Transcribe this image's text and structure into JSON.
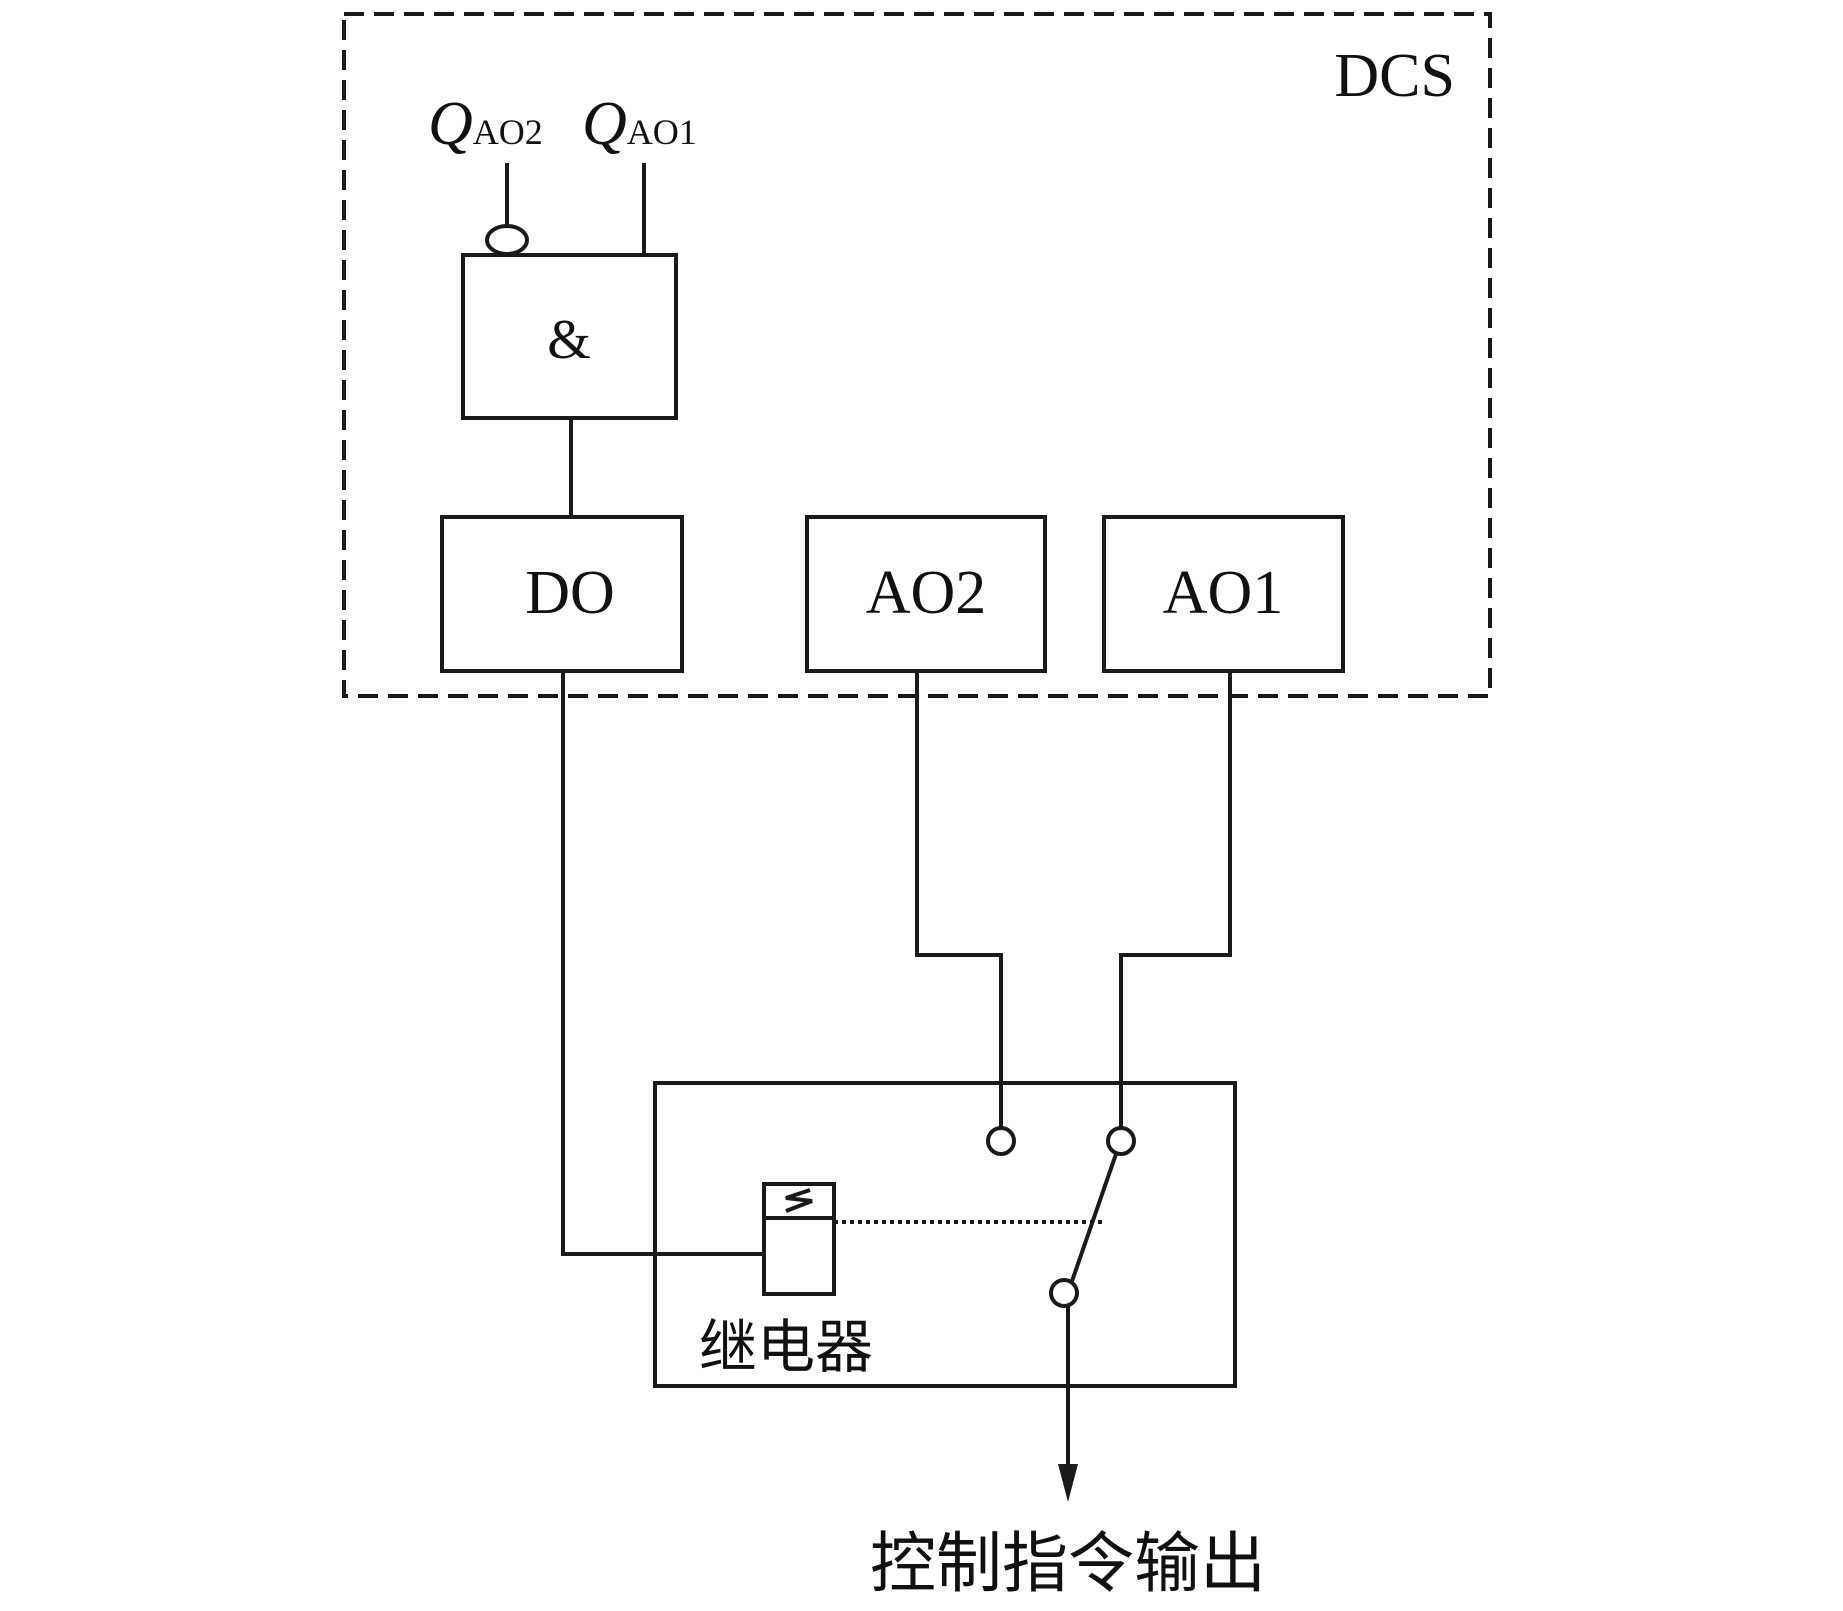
{
  "diagram": {
    "system_label": "DCS",
    "inputs": [
      {
        "symbol": "Q",
        "subscript": "AO2",
        "inverted": true
      },
      {
        "symbol": "Q",
        "subscript": "AO1",
        "inverted": false
      }
    ],
    "gate_label": "&",
    "modules": [
      "DO",
      "AO2",
      "AO1"
    ],
    "relay_label": "继电器",
    "output_label": "控制指令输出"
  }
}
